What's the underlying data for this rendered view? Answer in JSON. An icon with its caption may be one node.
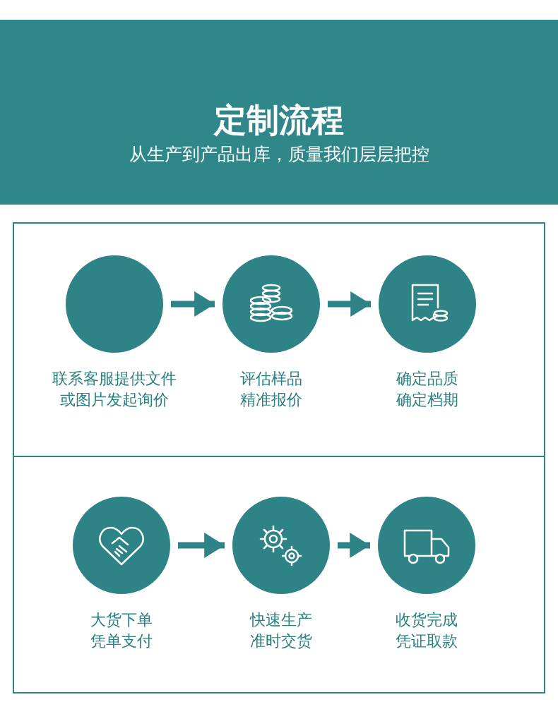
{
  "diagram": {
    "title": "定制流程",
    "nodes": [
      {
        "text": [
          "联系客服提供文件或图片发起询价"
        ]
      },
      {
        "text": [
          "评估样品精准报价"
        ]
      },
      {
        "text": [
          "确定品质确定档期"
        ]
      },
      {
        "text": [
          "大货下单凭单支付"
        ]
      },
      {
        "text": [
          "快速生产准时交货"
        ]
      },
      {
        "text": [
          "收货完成凭证取款"
        ]
      }
    ],
    "edges": [
      {
        "from": 0,
        "to": 1,
        "arrow": "to"
      },
      {
        "from": 1,
        "to": 2,
        "arrow": "to"
      },
      {
        "from": 3,
        "to": 4,
        "arrow": "to"
      },
      {
        "from": 4,
        "to": 5,
        "arrow": "to"
      }
    ],
    "labels": [
      "从生产到产品出库，质量我们层层把控"
    ]
  }
}
